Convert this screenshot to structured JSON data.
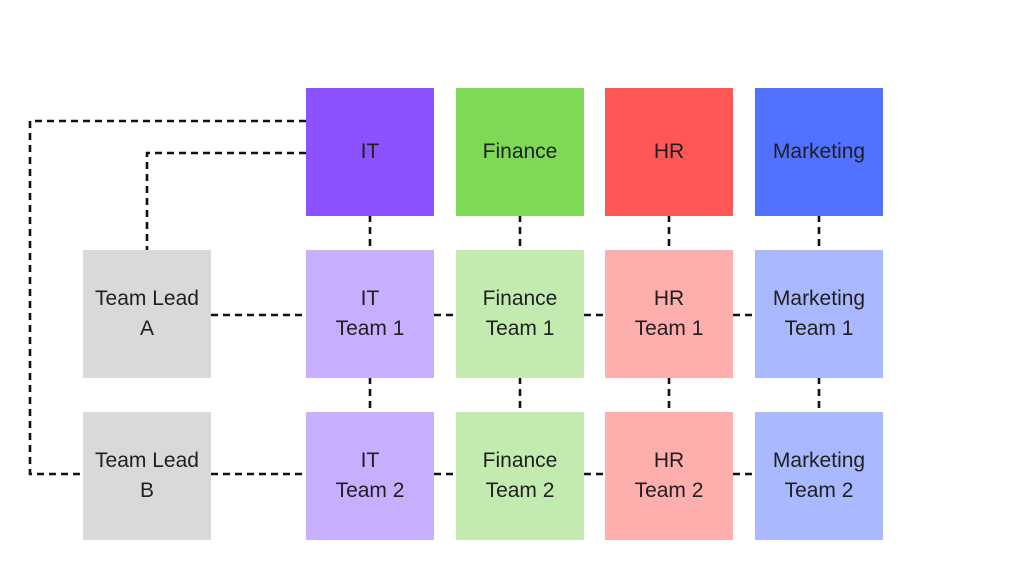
{
  "headers": [
    {
      "label": "IT",
      "color": "#8c52ff"
    },
    {
      "label": "Finance",
      "color": "#7ed957"
    },
    {
      "label": "HR",
      "color": "#ff5757"
    },
    {
      "label": "Marketing",
      "color": "#5271ff"
    }
  ],
  "team_leads": [
    {
      "line1": "Team Lead",
      "line2": "A"
    },
    {
      "line1": "Team Lead",
      "line2": "B"
    }
  ],
  "teams": {
    "row1": [
      {
        "line1": "IT",
        "line2": "Team 1",
        "color": "#c7aeff"
      },
      {
        "line1": "Finance",
        "line2": "Team 1",
        "color": "#c3ebb0"
      },
      {
        "line1": "HR",
        "line2": "Team 1",
        "color": "#ffaeae"
      },
      {
        "line1": "Marketing",
        "line2": "Team 1",
        "color": "#a9b8ff"
      }
    ],
    "row2": [
      {
        "line1": "IT",
        "line2": "Team 2",
        "color": "#c7aeff"
      },
      {
        "line1": "Finance",
        "line2": "Team 2",
        "color": "#c3ebb0"
      },
      {
        "line1": "HR",
        "line2": "Team 2",
        "color": "#ffaeae"
      },
      {
        "line1": "Marketing",
        "line2": "Team 2",
        "color": "#a9b8ff"
      }
    ]
  },
  "colors": {
    "lead_gray": "#d9d9d9",
    "connector": "#111111",
    "background": "#ffffff"
  }
}
